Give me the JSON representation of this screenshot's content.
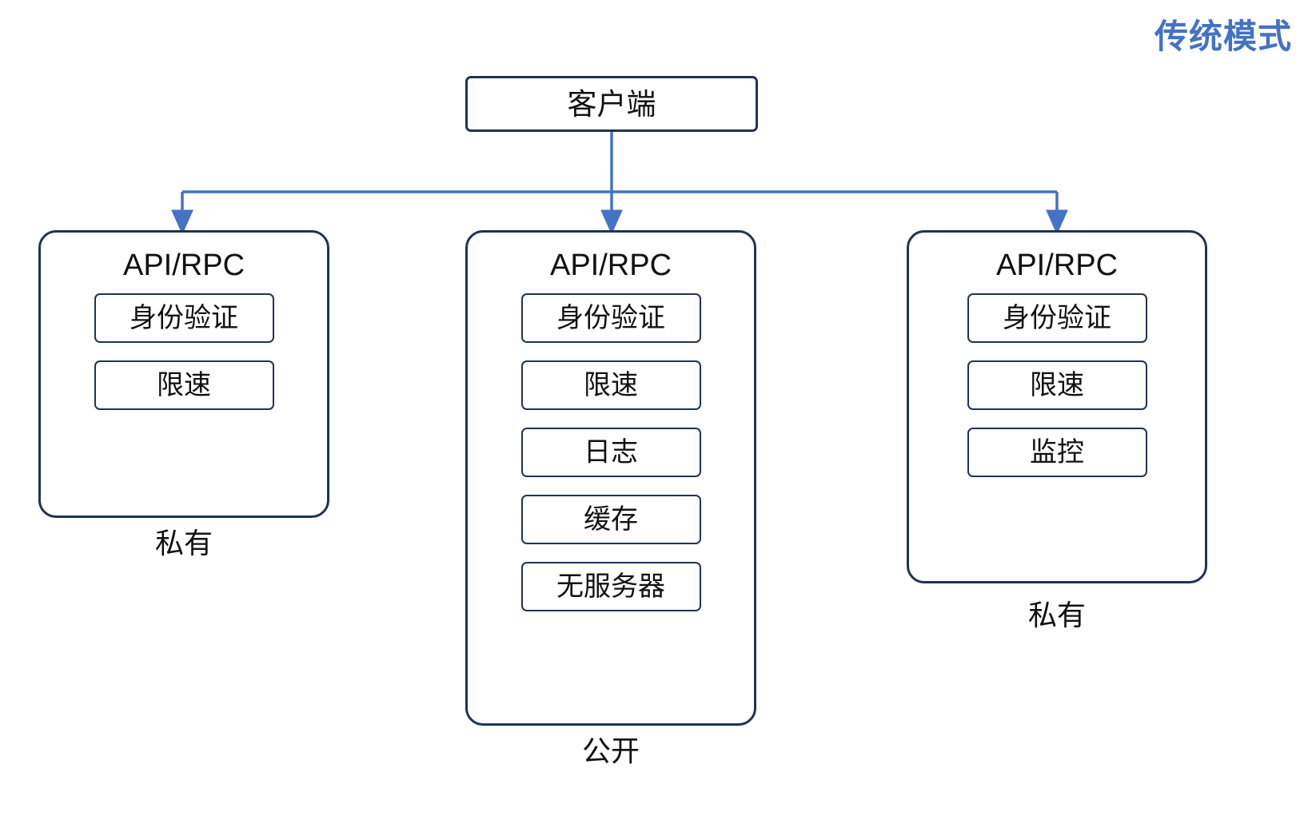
{
  "title": "传统模式",
  "accent_color": "#4472c4",
  "node_border_color": "#1f3354",
  "background_color": "#ffffff",
  "client": {
    "label": "客户端"
  },
  "connectors": {
    "style": "orthogonal-elbow",
    "color": "#4472c4",
    "arrowheads": 3
  },
  "groups": [
    {
      "id": "left",
      "title": "API/RPC",
      "caption": "私有",
      "services": [
        "身份验证",
        "限速"
      ]
    },
    {
      "id": "middle",
      "title": "API/RPC",
      "caption": "公开",
      "services": [
        "身份验证",
        "限速",
        "日志",
        "缓存",
        "无服务器"
      ]
    },
    {
      "id": "right",
      "title": "API/RPC",
      "caption": "私有",
      "services": [
        "身份验证",
        "限速",
        "监控"
      ]
    }
  ]
}
